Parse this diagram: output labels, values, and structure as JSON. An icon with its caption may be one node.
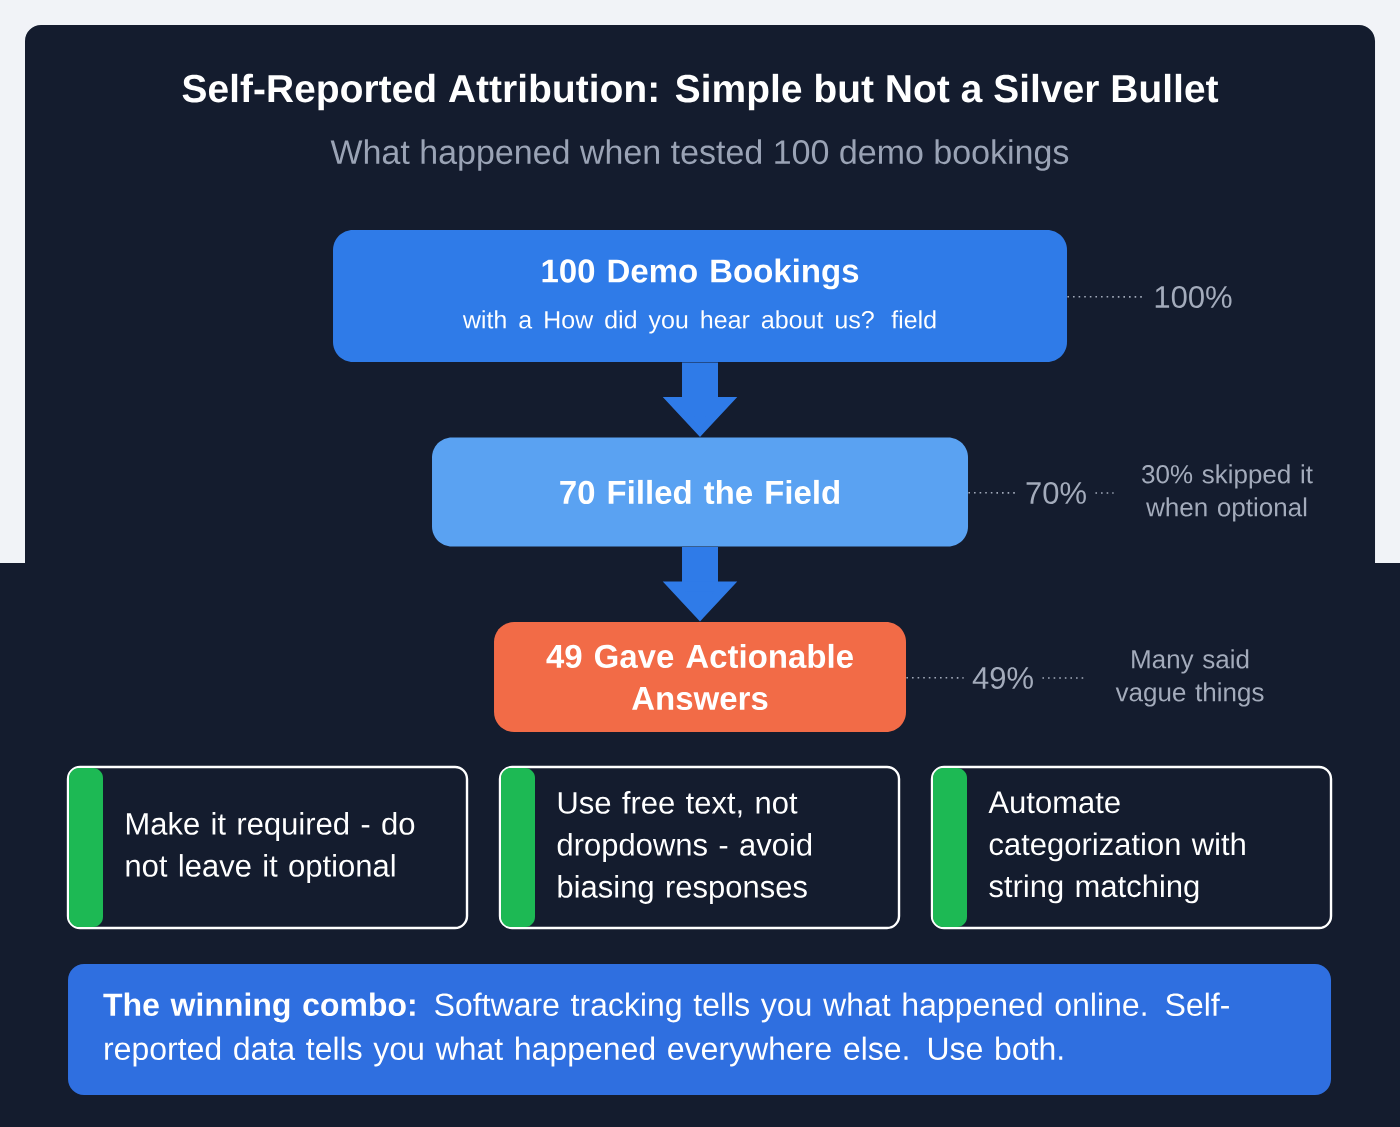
{
  "diagram": {
    "title": "Self-Reported Attribution: Simple but Not a Silver Bullet",
    "caption": "What happened when tested 100 demo bookings",
    "nodes": [
      {
        "text": [
          "100 Demo Bookings",
          "with a How did you hear about us? field"
        ]
      },
      {
        "text": [
          "100%"
        ]
      },
      {
        "text": [
          "70 Filled the Field"
        ]
      },
      {
        "text": [
          "70%"
        ]
      },
      {
        "text": [
          "30% skipped it when optional"
        ]
      },
      {
        "text": [
          "49 Gave Actionable Answers"
        ]
      },
      {
        "text": [
          "49%"
        ]
      },
      {
        "text": [
          "Many said vague things"
        ]
      },
      {
        "text": [
          "Make it required - do not leave it optional"
        ]
      },
      {
        "text": [
          "Use free text, not dropdowns - avoid biasing responses"
        ]
      },
      {
        "text": [
          "Automate categorization with string matching"
        ]
      },
      {
        "text": [
          "**The winning combo:** Software tracking tells you what happened online. Self-reported data tells you what happened everywhere else. Use both."
        ]
      }
    ],
    "edges": [
      {
        "from": 0,
        "to": 2,
        "arrow": "to",
        "style": "thick",
        "color": "#2f7be8"
      },
      {
        "from": 2,
        "to": 5,
        "arrow": "to",
        "style": "thick",
        "color": "#2f7be8"
      },
      {
        "from": 0,
        "to": 1,
        "arrow": "none",
        "style": "dashed"
      },
      {
        "from": 2,
        "to": 3,
        "arrow": "none",
        "style": "dashed"
      },
      {
        "from": 3,
        "to": 4,
        "arrow": "none",
        "style": "dashed"
      },
      {
        "from": 5,
        "to": 6,
        "arrow": "none",
        "style": "dashed"
      },
      {
        "from": 6,
        "to": 7,
        "arrow": "none",
        "style": "dashed"
      }
    ]
  }
}
